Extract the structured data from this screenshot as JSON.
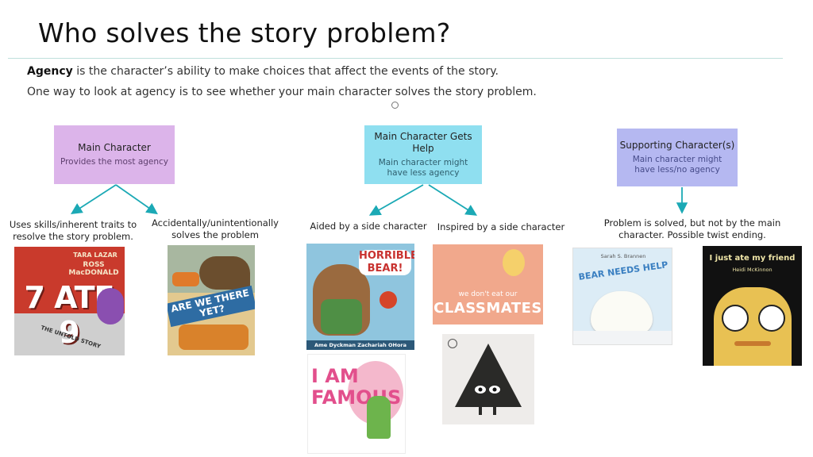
{
  "title": "Who solves the story problem?",
  "intro": {
    "term": "Agency",
    "definition": " is the character’s ability to make choices that affect the events of the story.",
    "line2": "One way to look at agency is to see whether your main character solves the story problem."
  },
  "boxes": {
    "main": {
      "title": "Main Character",
      "sub": "Provides the most agency"
    },
    "help": {
      "title": "Main Character Gets Help",
      "sub": "Main character might have less agency"
    },
    "supporting": {
      "title": "Supporting Character(s)",
      "sub": "Main character might have less/no agency"
    }
  },
  "labels": {
    "skills": "Uses skills/inherent traits to resolve the story problem.",
    "accidental": "Accidentally/unintentionally solves the problem",
    "aided": "Aided by a side character",
    "inspired": "Inspired by a side character",
    "solved": "Problem is solved, but not by the main character. Possible twist ending."
  },
  "books": {
    "ate9": {
      "top": "TARA LAZAR",
      "author": "ROSS MacDONALD",
      "title": "7 ATE 9",
      "sub": "THE UNTOLD STORY"
    },
    "arewethere": {
      "title": "ARE WE THERE YET?"
    },
    "horrible": {
      "title": "HORRIBLE BEAR!",
      "credit": "Ame Dyckman   Zachariah OHora"
    },
    "classmates": {
      "small": "we don't eat our",
      "title": "CLASSMATES"
    },
    "famous": {
      "title": "I AM FAMOUS"
    },
    "bearhelp": {
      "author": "Sarah S. Brannen",
      "title": "BEAR NEEDS HELP"
    },
    "friend": {
      "title": "I just ate my friend",
      "author": "Heidi McKinnon"
    }
  },
  "colors": {
    "main_box": "#dcb4ea",
    "help_box": "#8fdff0",
    "supporting_box": "#b5b8f1",
    "arrow": "#1ba9b5"
  }
}
